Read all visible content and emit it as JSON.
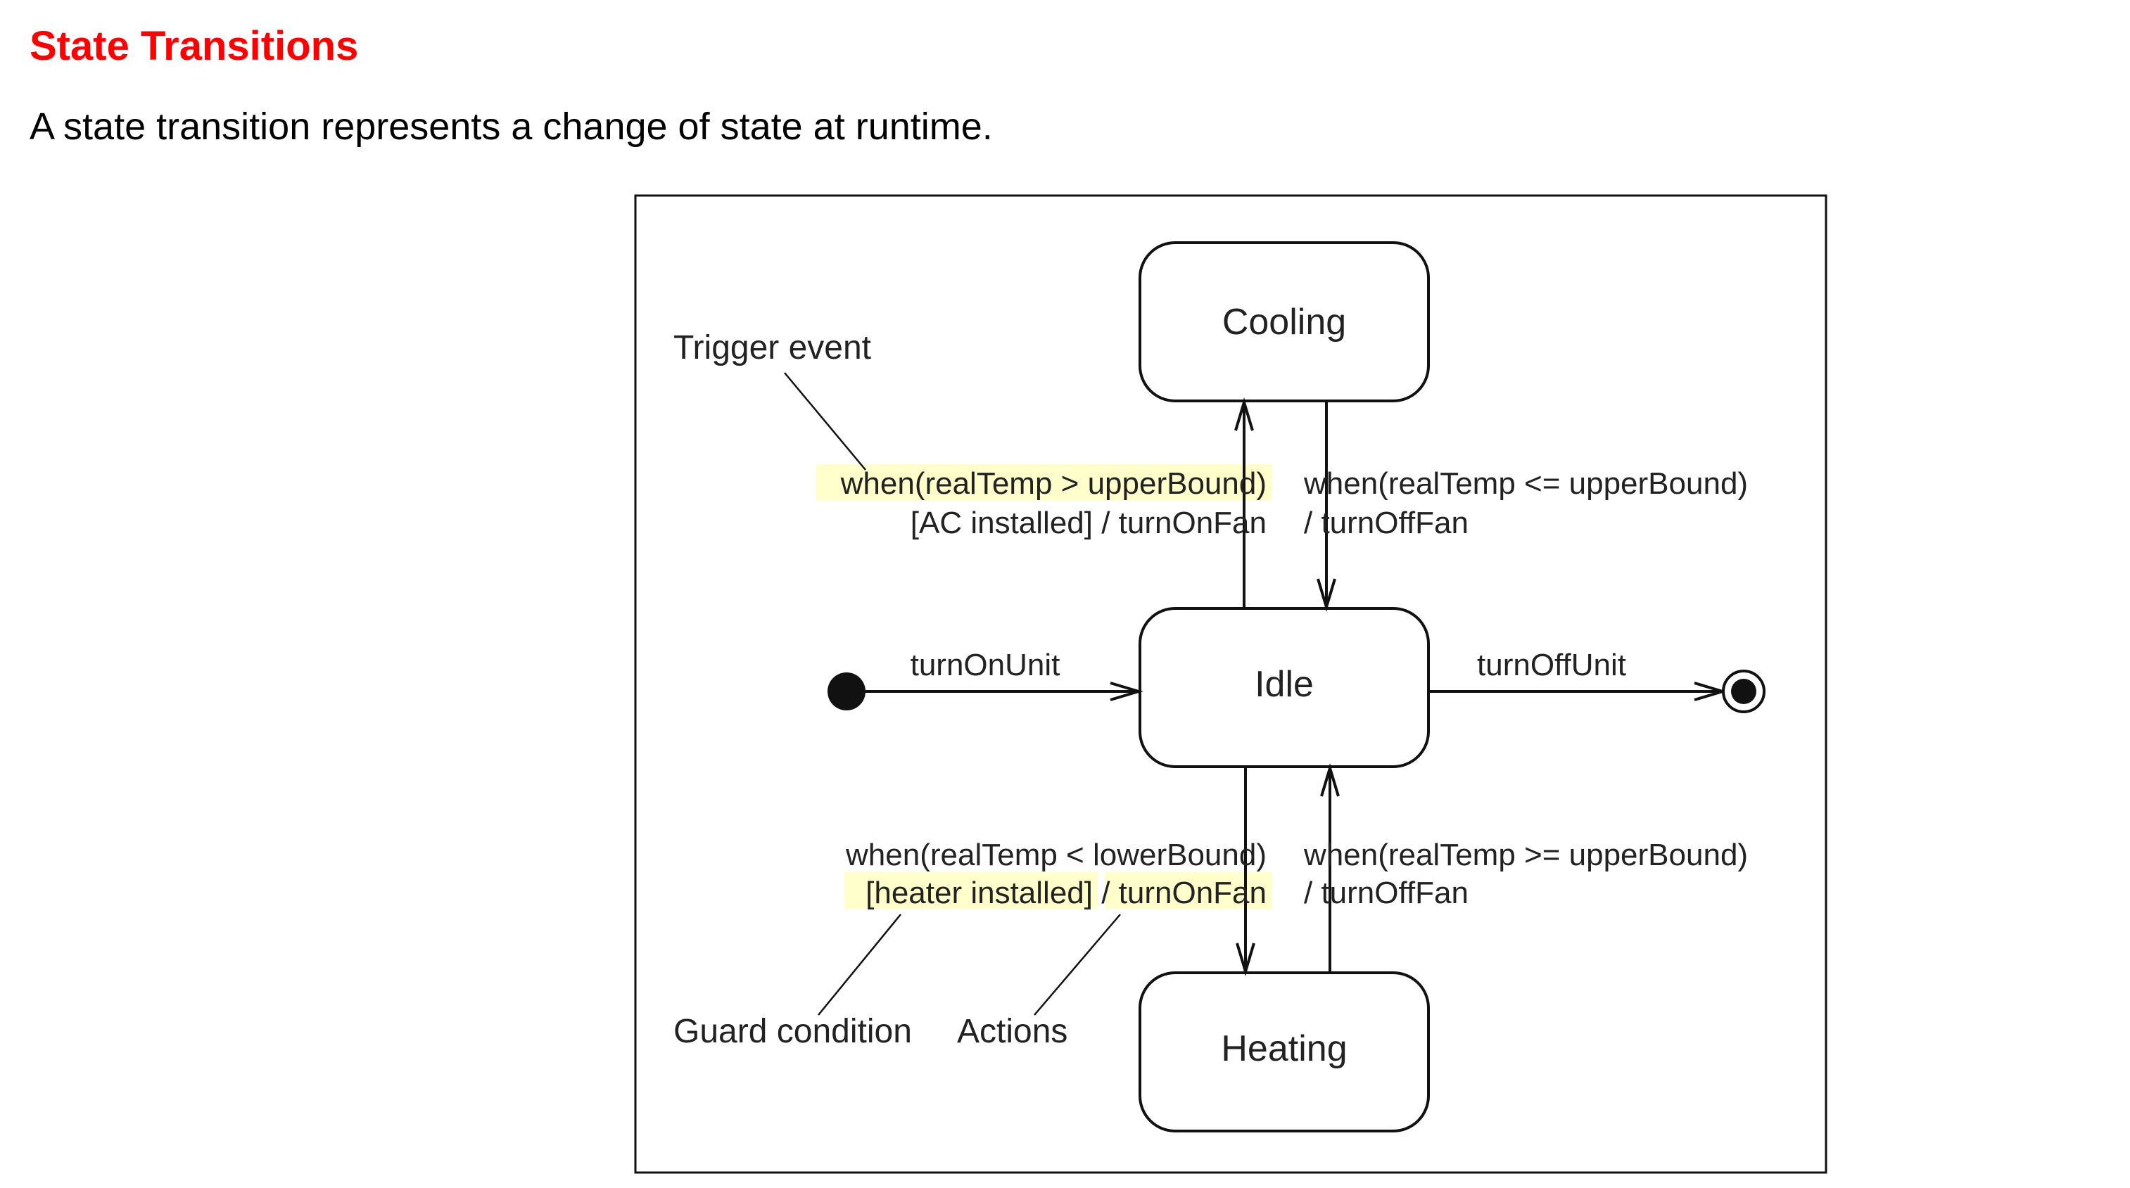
{
  "page": {
    "title": "State Transitions",
    "subtitle": "A state transition represents a change of state at runtime."
  },
  "diagram": {
    "states": {
      "cooling": "Cooling",
      "idle": "Idle",
      "heating": "Heating"
    },
    "transitions": {
      "idle_to_cooling": {
        "line1": "when(realTemp > upperBound)",
        "line2": "[AC installed] / turnOnFan"
      },
      "cooling_to_idle": {
        "line1": "when(realTemp <= upperBound)",
        "line2": "/ turnOffFan"
      },
      "initial_to_idle": "turnOnUnit",
      "idle_to_final": "turnOffUnit",
      "idle_to_heating": {
        "line1": "when(realTemp < lowerBound)",
        "line2": "[heater installed] / turnOnFan"
      },
      "heating_to_idle": {
        "line1": "when(realTemp >= upperBound)",
        "line2": "/ turnOffFan"
      }
    },
    "callouts": {
      "trigger_event": "Trigger event",
      "guard_condition": "Guard condition",
      "actions": "Actions"
    },
    "colors": {
      "title": "#ff0000",
      "highlight": "#ffffcc",
      "line": "#111111"
    }
  }
}
